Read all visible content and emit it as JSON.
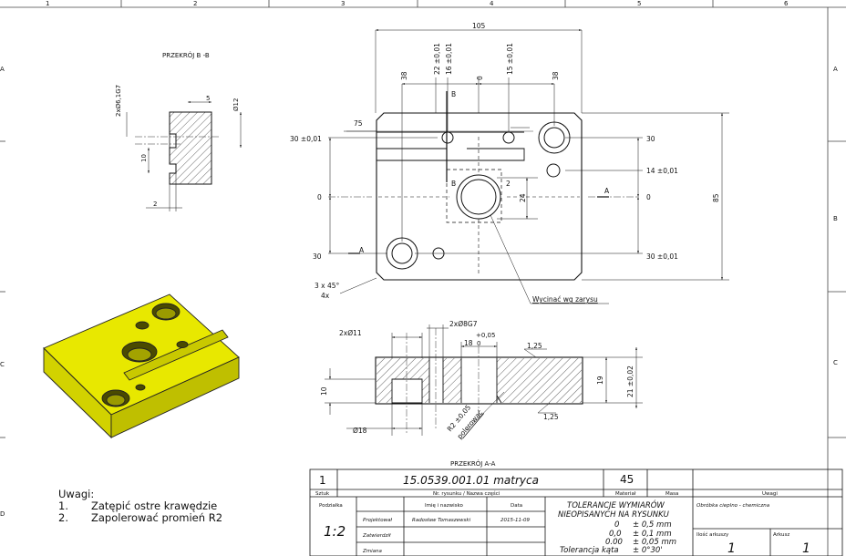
{
  "border": {
    "columns": [
      "1",
      "2",
      "3",
      "4",
      "5",
      "6"
    ],
    "rows": [
      "A",
      "B",
      "C",
      "D"
    ]
  },
  "section_bb": {
    "title": "PRZEKRÓJ B -B",
    "dims": {
      "holes": "2xØ6,1G7",
      "width": "5",
      "dia": "Ø12",
      "depth": "10",
      "offset": "2"
    }
  },
  "top_view": {
    "dims": {
      "overall_width": "105",
      "x38_left": "38",
      "x22": "22 ±0,01",
      "x16": "16 ±0,01",
      "x0": "0",
      "x15": "15 ±0,01",
      "x38_right": "38",
      "x75": "75",
      "y30_top_left": "30 ±0,01",
      "y0_left": "0",
      "y30_bottom_left": "30",
      "y30_top_right": "30",
      "y14": "14 ±0,01",
      "y0_right": "0",
      "y30_bottom_right": "30 ±0,01",
      "height": "85",
      "hole_2": "2",
      "hole_24": "24",
      "chamfer": "3 x 45°",
      "chamfer_count": "4x",
      "cut_note": "Wycinać wg zarysu",
      "section_a": "A",
      "section_b": "B"
    }
  },
  "section_aa": {
    "title": "PRZEKRÓJ A-A",
    "dims": {
      "holes_11": "2xØ11",
      "holes_8": "2xØ8G7",
      "tol_plus": "+0,05",
      "tol_zero": "0",
      "w18": "18",
      "r125_top": "1,25",
      "r125_bottom": "1,25",
      "h10": "10",
      "h19": "19",
      "h21": "21 ±0,02",
      "d18": "Ø18",
      "radius": "R2 ±0,05",
      "polish": "polerować"
    }
  },
  "notes": {
    "title": "Uwagi:",
    "items": [
      {
        "num": "1.",
        "text": "Zatępić ostre krawędzie"
      },
      {
        "num": "2.",
        "text": "Zapolerować promień R2"
      }
    ]
  },
  "title_block": {
    "qty": "1",
    "drawing_name": "15.0539.001.01 matryca",
    "material": "45",
    "mass": "",
    "remarks": "",
    "labels": {
      "qty": "Sztuk",
      "drawing": "Nr. rysunku / Nazwa części",
      "material": "Materiał",
      "mass": "Masa",
      "remarks": "Uwagi",
      "scale": "Podziałka",
      "name": "Imię i nazwisko",
      "date": "Data",
      "designed": "Projektował",
      "approved": "Zatwierdził",
      "changed": "Zmiana",
      "sheets": "Ilość arkuszy",
      "sheet": "Arkusz"
    },
    "scale": "1:2",
    "designer": "Radosław Tomaszewski",
    "design_date": "2015-11-09",
    "tolerance_title_1": "TOLERANCJE WYMIARÓW",
    "tolerance_title_2": "NIEOPISANYCH NA RYSUNKU",
    "tolerances": [
      {
        "key": "0",
        "val": "± 0,5 mm"
      },
      {
        "key": "0,0",
        "val": "± 0,1 mm"
      },
      {
        "key": "0.00",
        "val": "± 0,05 mm"
      },
      {
        "key": "Tolerancja kąta",
        "val": "± 0°30'"
      }
    ],
    "treatment": "Obróbka cieplno - chemiczna",
    "sheets": "1",
    "sheet": "1"
  },
  "colors": {
    "part_yellow": "#e6e600",
    "line": "#111111"
  }
}
